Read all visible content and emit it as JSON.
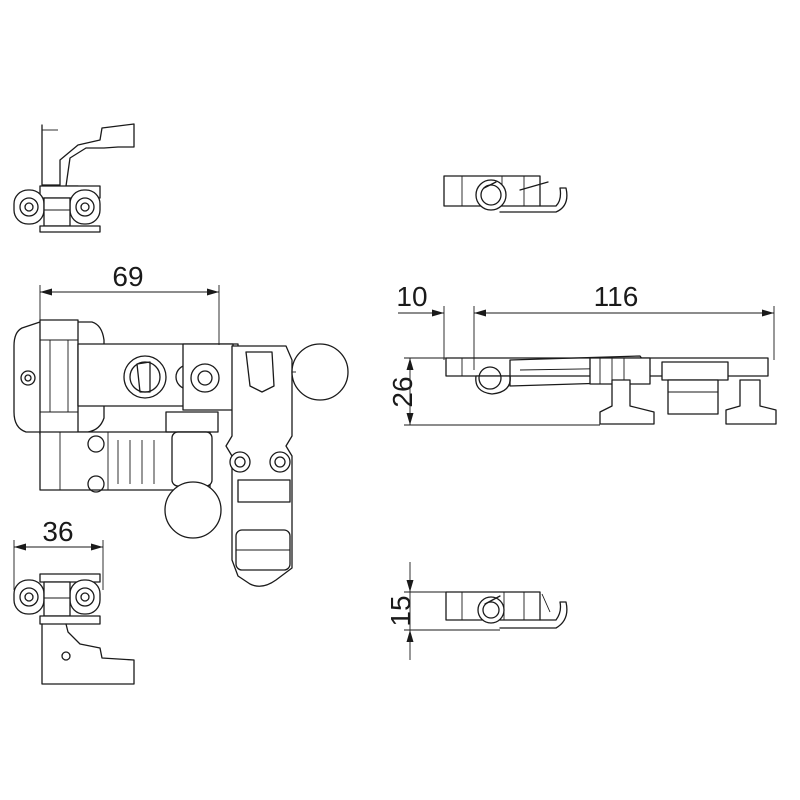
{
  "dimensions": {
    "width_top": "69",
    "width_bottom": "36",
    "offset": "10",
    "length": "116",
    "height": "26",
    "thickness": "15"
  }
}
